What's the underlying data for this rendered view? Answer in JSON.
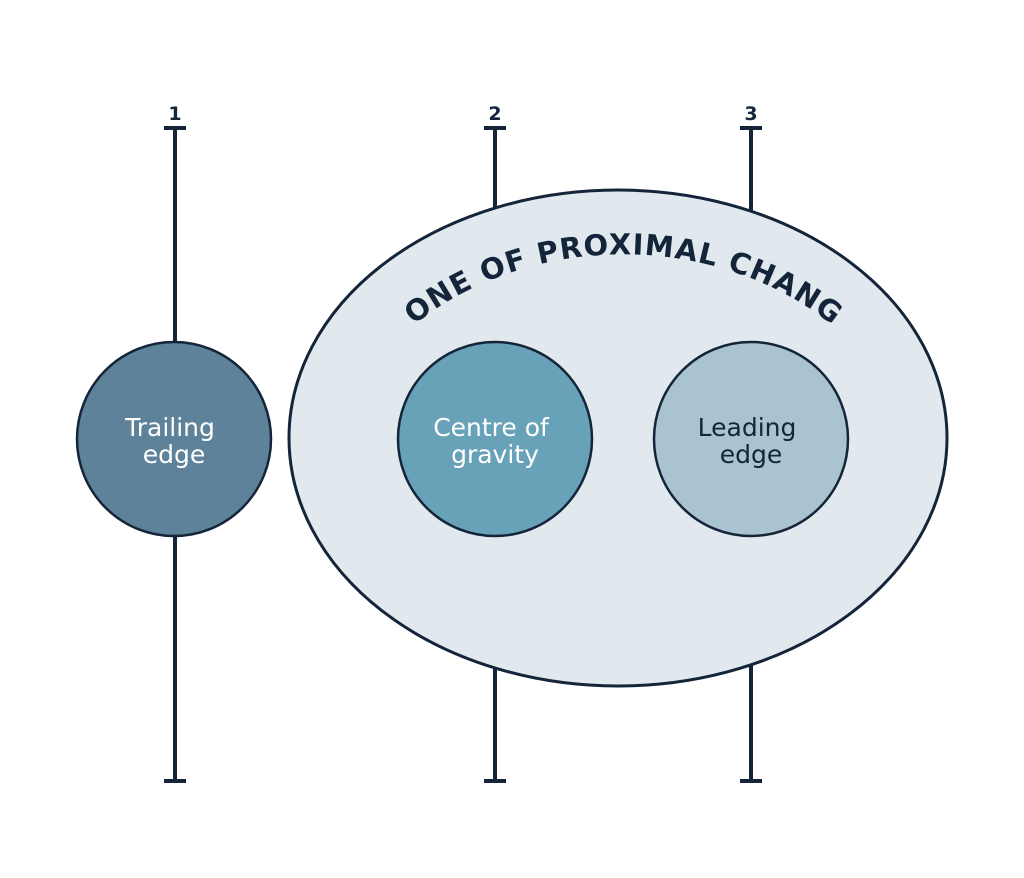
{
  "diagram": {
    "axes": [
      {
        "number": "1"
      },
      {
        "number": "2"
      },
      {
        "number": "3"
      }
    ],
    "zone": {
      "title": "ZONE OF PROXIMAL CHANGE",
      "fill": "#e1e9ef"
    },
    "circles": [
      {
        "line1": "Trailing",
        "line2": "edge",
        "fill": "#5e8299",
        "text_color": "#ffffff"
      },
      {
        "line1": "Centre of",
        "line2": "gravity",
        "fill": "#68a2b9",
        "text_color": "#ffffff"
      },
      {
        "line1": "Leading",
        "line2": "edge",
        "fill": "#aac3d1",
        "text_color": "#14253a"
      }
    ],
    "line_color": "#14253a"
  }
}
